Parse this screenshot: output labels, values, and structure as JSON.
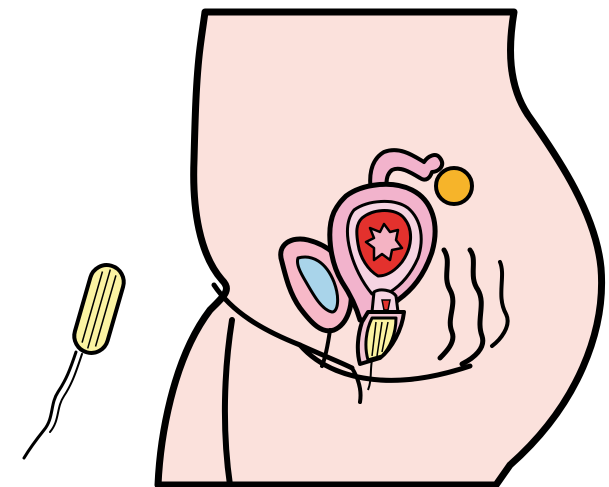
{
  "figure": {
    "subject": "tampon-insertion-anatomy",
    "parts": [
      "tampon",
      "tampon-string",
      "torso",
      "bladder",
      "uterus",
      "fallopian-tube",
      "ovary",
      "vagina",
      "inserted-tampon",
      "rectum"
    ]
  },
  "colors": {
    "outline": "#000000",
    "skin": "#fbe1dc",
    "bladder_wall": "#f7b9c8",
    "bladder_fluid": "#a9d4ea",
    "uterus_outer": "#f2b3cc",
    "uterus_wall": "#f6d4e2",
    "uterus_inner": "#e3312d",
    "endometrium": "#f4b3c3",
    "ovary": "#f6b42a",
    "tampon": "#fbf3a2",
    "vagina": "#f2c4d2",
    "background": "#ffffff"
  }
}
